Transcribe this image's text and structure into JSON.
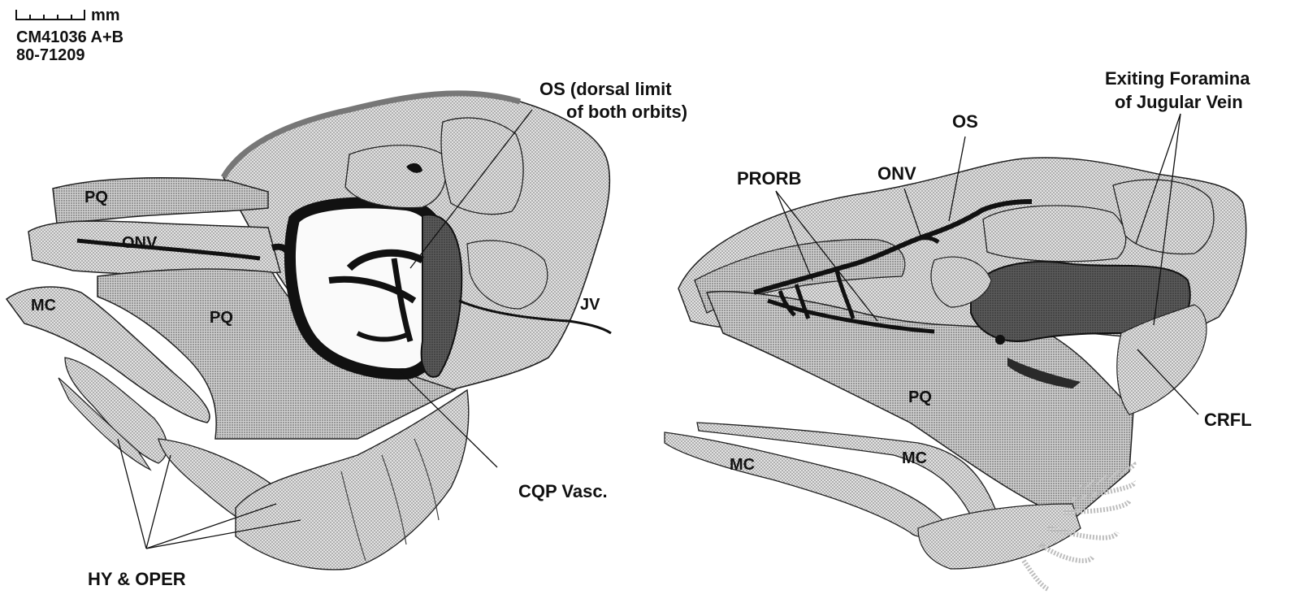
{
  "header": {
    "scale_unit": "mm",
    "specimen_id": "CM41036 A+B",
    "catalog_number": "80-71209"
  },
  "left_figure": {
    "labels": {
      "os": "OS (dorsal limit",
      "os_line2": "of both orbits)",
      "pq_top": "PQ",
      "onv": "ONV",
      "mc": "MC",
      "pq_main": "PQ",
      "jv": "JV",
      "cqp_vasc": "CQP Vasc.",
      "hy_oper": "HY & OPER"
    }
  },
  "right_figure": {
    "labels": {
      "exiting": "Exiting Foramina",
      "exiting_line2": "of Jugular Vein",
      "os": "OS",
      "onv": "ONV",
      "prorb": "PRORB",
      "pq": "PQ",
      "mc_upper": "MC",
      "mc_lower": "MC",
      "crfl": "CRFL"
    }
  },
  "colors": {
    "stipple_light": "#d2d2d2",
    "stipple_mid": "#bdbdbd",
    "dark_vessel": "#1a1a1a",
    "dark_mass": "#555555",
    "outline": "#222222"
  }
}
